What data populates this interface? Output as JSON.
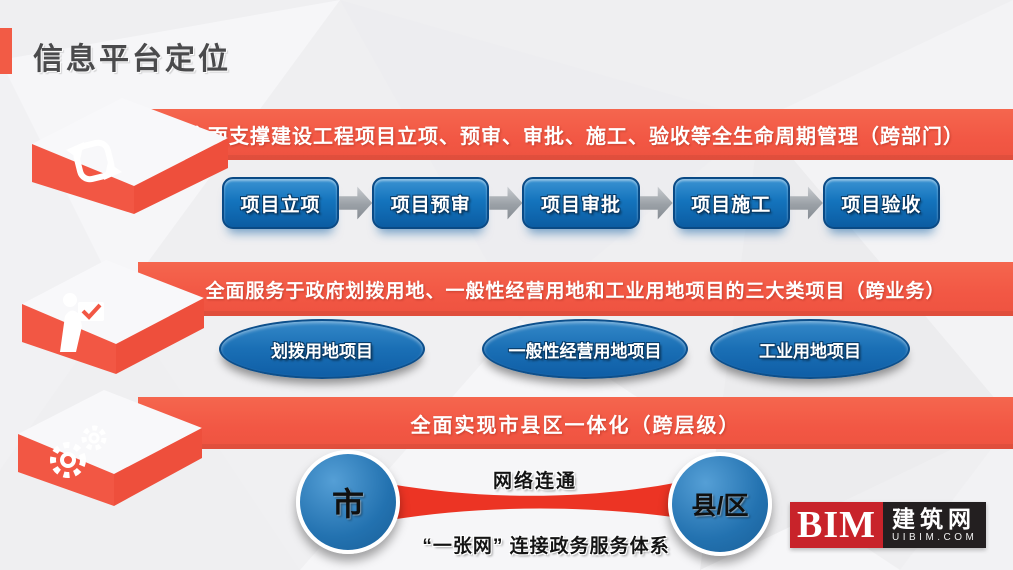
{
  "slide": {
    "title": "信息平台定位",
    "rows": [
      {
        "icon": "cycle-icon",
        "banner": "全面支撑建设工程项目立项、预审、审批、施工、验收等全生命周期管理（跨部门）",
        "steps": [
          "项目立项",
          "项目预审",
          "项目审批",
          "项目施工",
          "项目验收"
        ]
      },
      {
        "icon": "person-check-icon",
        "banner": "全面服务于政府划拨用地、一般性经营用地和工业用地项目的三大类项目（跨业务）",
        "categories": [
          "划拨用地项目",
          "一般性经营用地项目",
          "工业用地项目"
        ]
      },
      {
        "icon": "gears-icon",
        "banner": "全面实现市县区一体化（跨层级）"
      }
    ],
    "network": {
      "left_node": "市",
      "right_node": "县/区",
      "link_label": "网络连通",
      "caption": "“一张网” 连接政务服务体系"
    },
    "logo": {
      "brand": "BIM",
      "name": "建筑网",
      "domain": "UIBIM.COM"
    },
    "colors": {
      "banner_red": "#f25744",
      "ribbon_red": "#ec3424",
      "step_blue": "#1474bd",
      "ellipse_blue": "#1a6fb5",
      "node_blue": "#2372b0",
      "logo_red": "#c8232a",
      "logo_black": "#231f20",
      "title_gray": "#4a4a4c"
    }
  }
}
